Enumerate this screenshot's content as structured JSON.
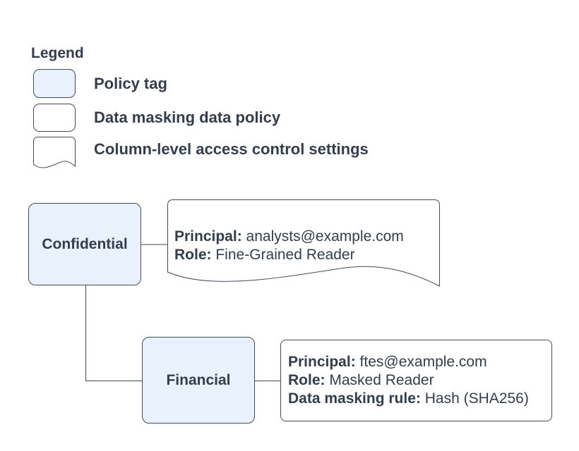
{
  "legend": {
    "title": "Legend",
    "items": [
      {
        "shape": "policy-tag",
        "label": "Policy tag"
      },
      {
        "shape": "data-masking-data-policy",
        "label": "Data masking data policy"
      },
      {
        "shape": "column-level-access-control",
        "label": "Column-level access control settings"
      }
    ]
  },
  "diagram": {
    "nodes": {
      "confidential": {
        "label": "Confidential"
      },
      "financial": {
        "label": "Financial"
      }
    },
    "access_control_note": {
      "fields": [
        {
          "label": "Principal:",
          "value": "analysts@example.com"
        },
        {
          "label": "Role:",
          "value": "Fine-Grained Reader"
        }
      ]
    },
    "data_policy_note": {
      "fields": [
        {
          "label": "Principal:",
          "value": "ftes@example.com"
        },
        {
          "label": "Role:",
          "value": "Masked Reader"
        },
        {
          "label": "Data masking rule:",
          "value": "Hash (SHA256)"
        }
      ]
    }
  },
  "colors": {
    "background": "#ffffff",
    "policy_tag_fill": "#e9f1fc",
    "shape_stroke": "#424d5c",
    "text": "#333d4b"
  }
}
